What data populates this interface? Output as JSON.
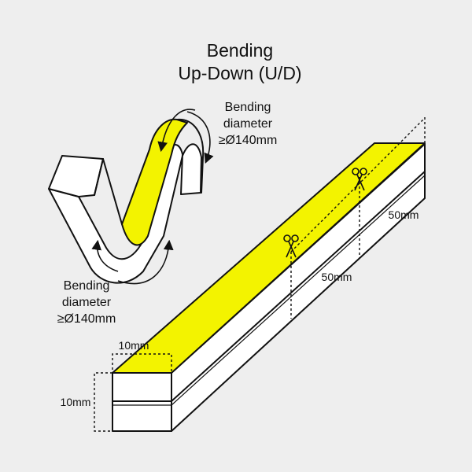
{
  "title": {
    "line1": "Bending",
    "line2": "Up-Down (U/D)"
  },
  "bend_note_top": {
    "line1": "Bending",
    "line2": "diameter",
    "line3": "≥Ø140mm"
  },
  "bend_note_bottom": {
    "line1": "Bending",
    "line2": "diameter",
    "line3": "≥Ø140mm"
  },
  "dimensions": {
    "width": "10mm",
    "height": "10mm",
    "cut_length_lower": "50mm",
    "cut_length_upper": "50mm"
  },
  "icons": {
    "cut_marks": [
      "scissors-icon",
      "scissors-icon"
    ],
    "bend_arrows": [
      "curved-arrow-icon",
      "curved-arrow-icon",
      "curved-arrow-icon",
      "curved-arrow-icon"
    ]
  },
  "colors": {
    "background": "#eeeeee",
    "led_surface": "#f3f300",
    "line": "#111111",
    "body": "#ffffff"
  }
}
